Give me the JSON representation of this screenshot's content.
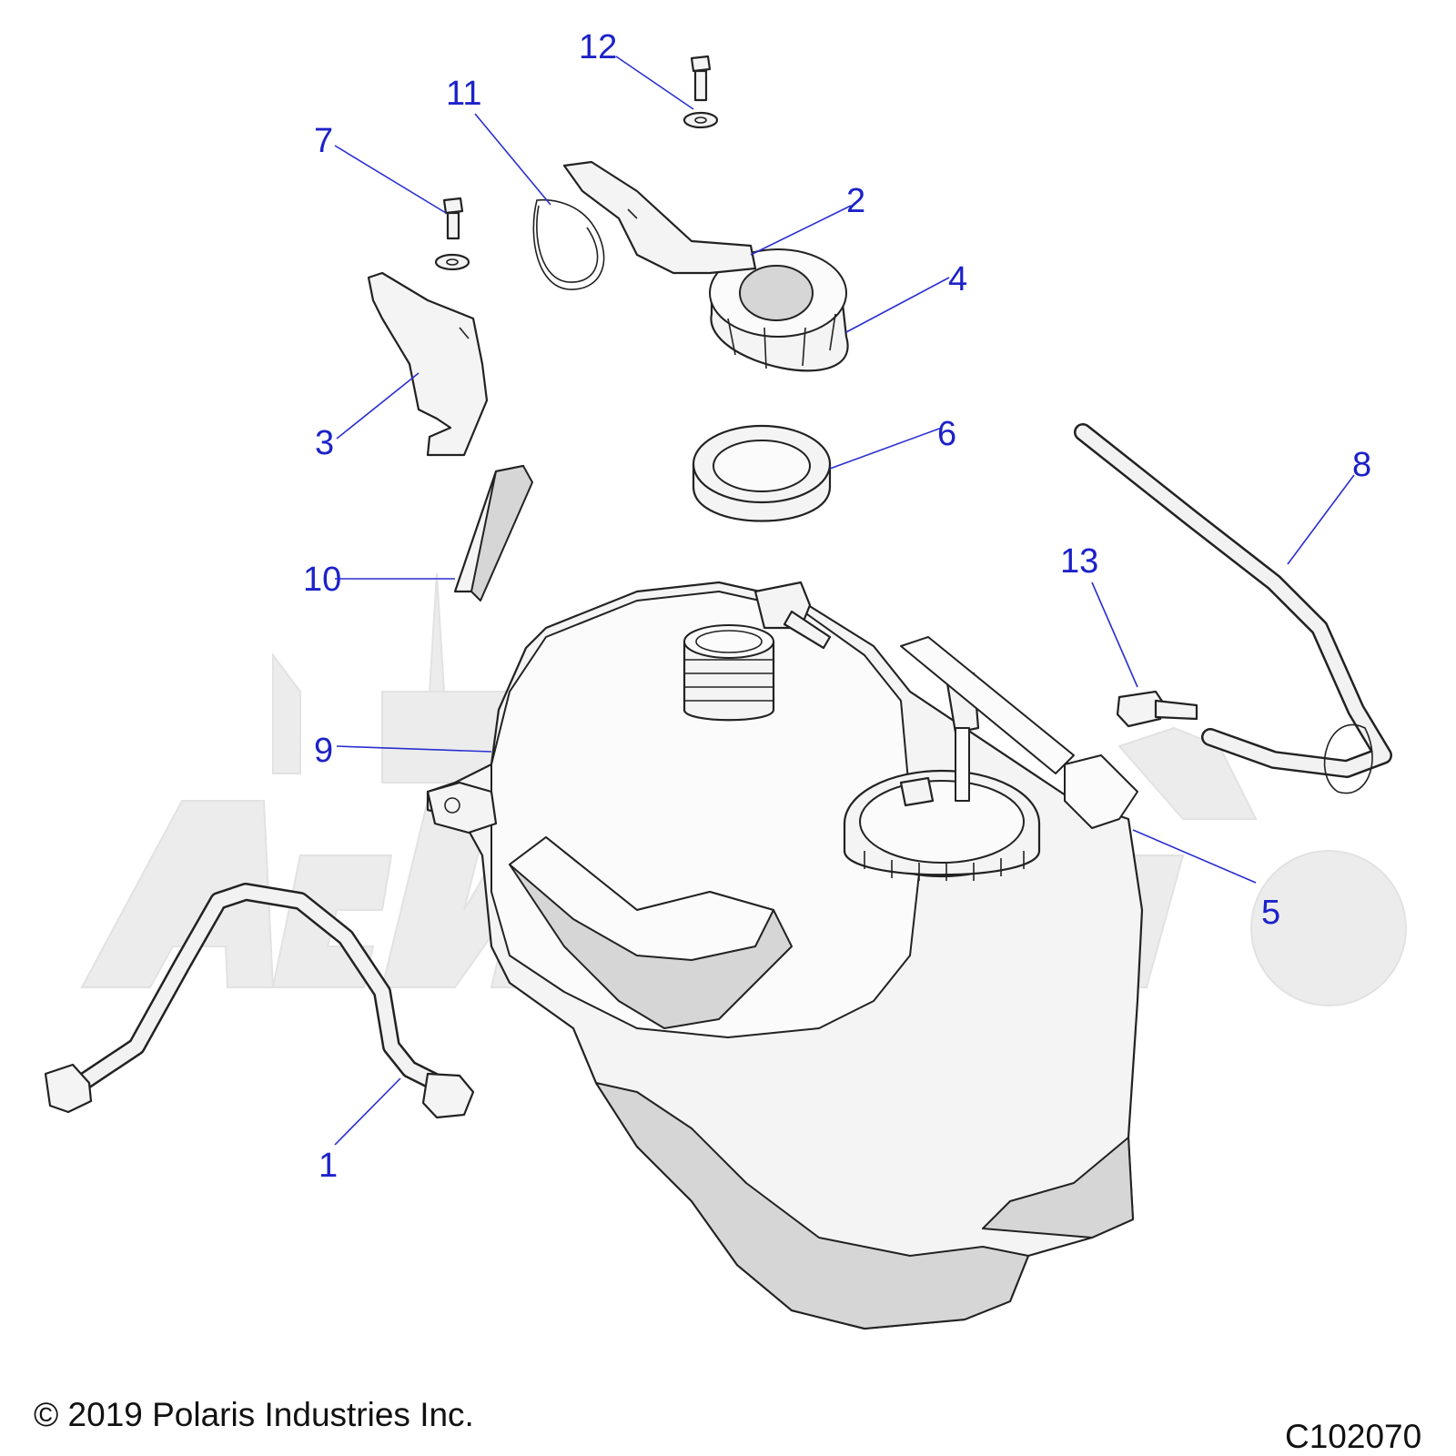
{
  "callouts": [
    {
      "id": "1",
      "label": "1"
    },
    {
      "id": "2",
      "label": "2"
    },
    {
      "id": "3",
      "label": "3"
    },
    {
      "id": "4",
      "label": "4"
    },
    {
      "id": "5",
      "label": "5"
    },
    {
      "id": "6",
      "label": "6"
    },
    {
      "id": "7",
      "label": "7"
    },
    {
      "id": "8",
      "label": "8"
    },
    {
      "id": "9",
      "label": "9"
    },
    {
      "id": "10",
      "label": "10"
    },
    {
      "id": "11",
      "label": "11"
    },
    {
      "id": "12",
      "label": "12"
    },
    {
      "id": "13",
      "label": "13"
    }
  ],
  "footer": {
    "copyright": "© 2019 Polaris Industries Inc.",
    "diagram_code": "C102070"
  },
  "watermark_text": "ActiveMoto",
  "colors": {
    "callout": "#1c22c8",
    "leader": "#2a2fd0",
    "outline": "#222222",
    "watermark": "#ececec"
  }
}
